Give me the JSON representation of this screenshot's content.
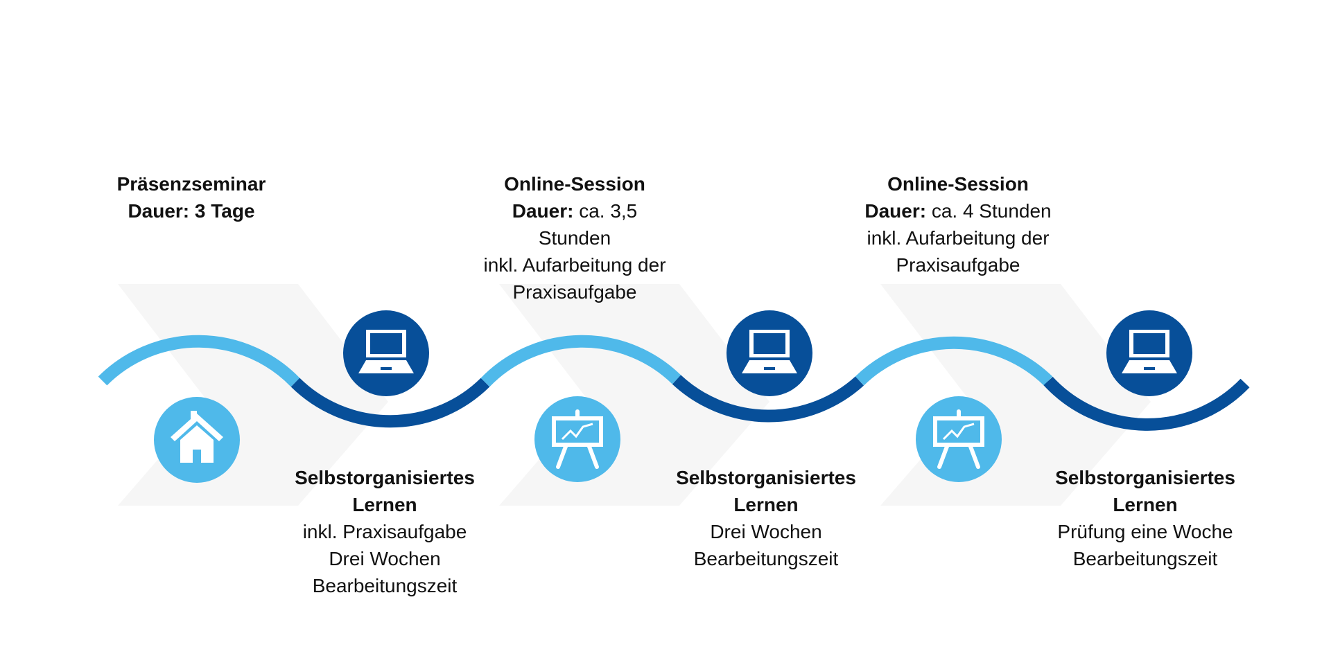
{
  "colors": {
    "light_blue": "#4fb9ea",
    "dark_blue": "#074f99",
    "chevron": "#f6f6f6",
    "icon_fill": "#ffffff"
  },
  "icons": {
    "house": "house-icon",
    "laptop": "laptop-icon",
    "presentation": "presentation-board-icon"
  },
  "steps": {
    "praesenz": {
      "title": "Präsenzseminar",
      "duration_label": "Dauer:",
      "duration_value": "3 Tage"
    },
    "self1": {
      "title_1": "Selbstorganisiertes",
      "title_2": "Lernen",
      "lines": [
        "inkl. Praxisaufgabe",
        "Drei Wochen",
        "Bearbeitungszeit"
      ]
    },
    "online1": {
      "title": "Online-Session",
      "duration_label": "Dauer:",
      "duration_value": "ca. 3,5",
      "lines": [
        "Stunden",
        "inkl. Aufarbeitung der",
        "Praxisaufgabe"
      ]
    },
    "self2": {
      "title_1": "Selbstorganisiertes",
      "title_2": "Lernen",
      "lines": [
        "Drei Wochen",
        "Bearbeitungszeit"
      ]
    },
    "online2": {
      "title": "Online-Session",
      "duration_label": "Dauer:",
      "duration_value": "ca. 4 Stunden",
      "lines": [
        "inkl. Aufarbeitung der",
        "Praxisaufgabe"
      ]
    },
    "self3": {
      "title_1": "Selbstorganisiertes",
      "title_2": "Lernen",
      "lines": [
        "Prüfung eine Woche",
        "Bearbeitungszeit"
      ]
    }
  }
}
